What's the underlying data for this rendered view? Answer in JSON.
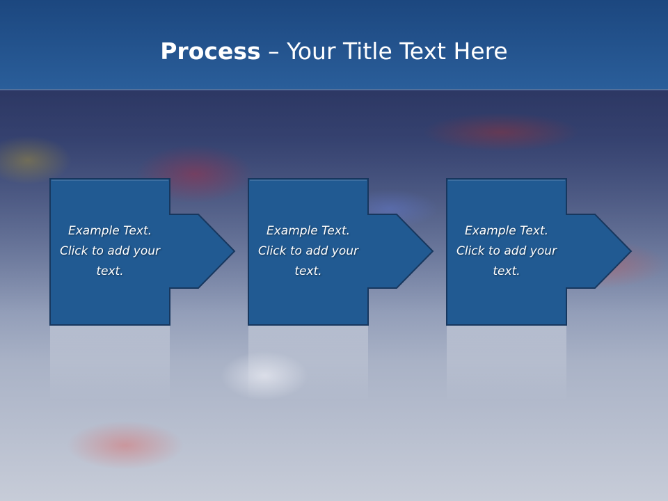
{
  "slide": {
    "title_bold": "Process",
    "title_rest": " – Your Title Text Here"
  },
  "process": {
    "steps": [
      {
        "text": "Example Text. Click  to add your text."
      },
      {
        "text": "Example Text. Click  to add your text."
      },
      {
        "text": "Example Text. Click  to add your text."
      }
    ]
  },
  "colors": {
    "title_bar": "#2a5e9a",
    "step_fill": "#215a92",
    "step_border": "#17375e",
    "text": "#ffffff"
  }
}
